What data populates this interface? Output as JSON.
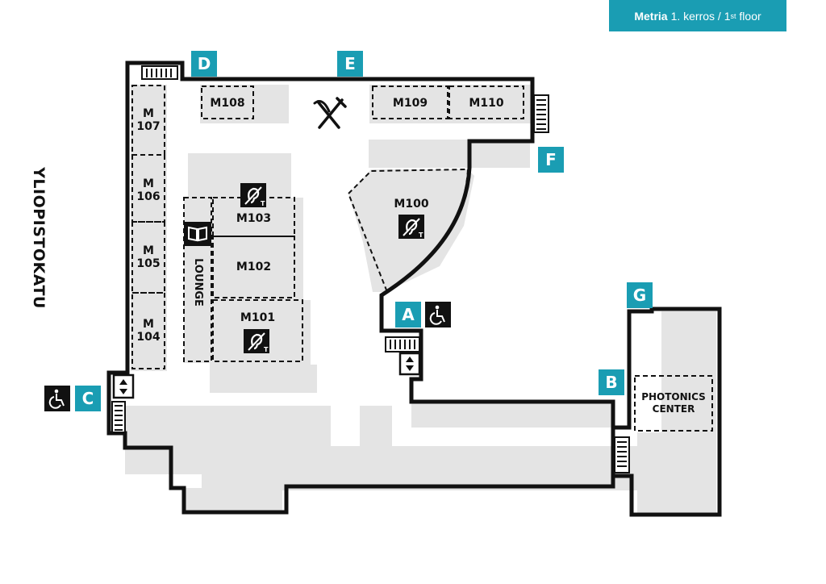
{
  "header": {
    "building": "Metria",
    "floor_fi": "1. kerros /",
    "floor_en_num": "1",
    "floor_en_sup": "st",
    "floor_en": "floor"
  },
  "street": "YLIOPISTOKATU",
  "entrances": {
    "a": "A",
    "b": "B",
    "c": "C",
    "d": "D",
    "e": "E",
    "f": "F",
    "g": "G"
  },
  "rooms": {
    "m100": "M100",
    "m101": "M101",
    "m102": "M102",
    "m103": "M103",
    "m104_a": "M",
    "m104_b": "104",
    "m105_a": "M",
    "m105_b": "105",
    "m106_a": "M",
    "m106_b": "106",
    "m107_a": "M",
    "m107_b": "107",
    "m108": "M108",
    "m109": "M109",
    "m110": "M110",
    "lounge": "LOUNGE",
    "photonics_1": "PHOTONICS",
    "photonics_2": "CENTER"
  },
  "hearing_loop_letter": "T",
  "colors": {
    "accent": "#1a9db3",
    "wall": "#111111",
    "room_fill": "#e4e4e4"
  }
}
